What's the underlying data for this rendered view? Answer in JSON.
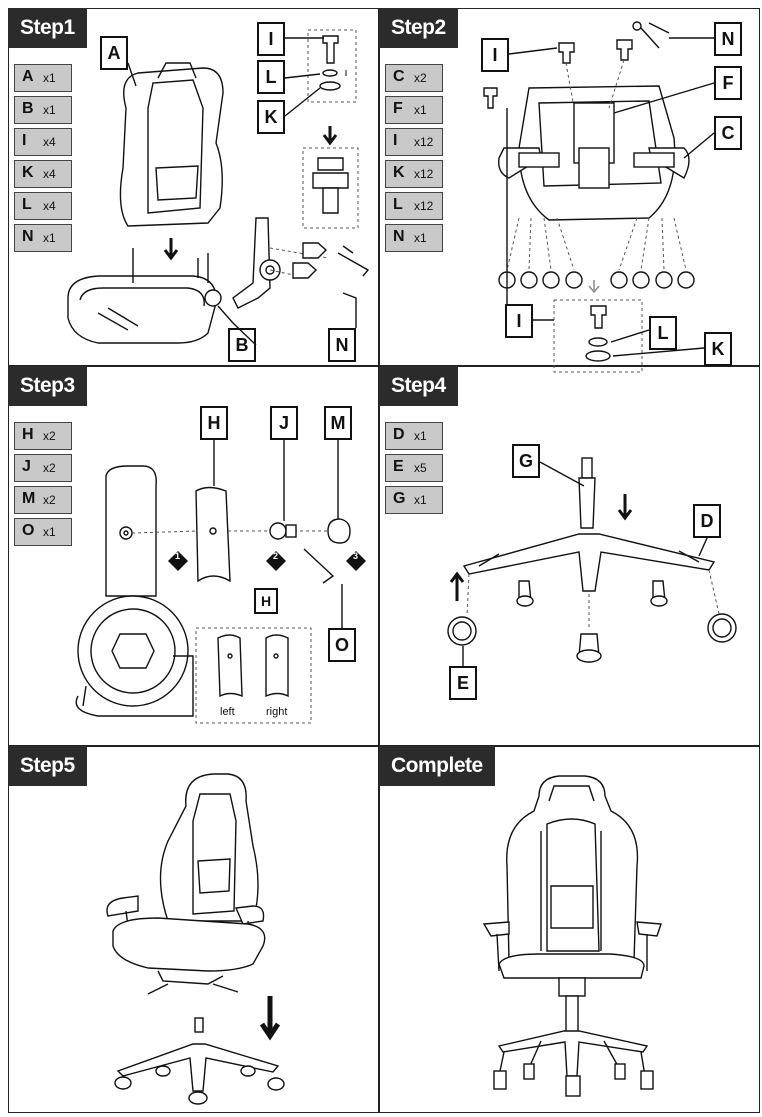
{
  "steps": [
    {
      "title": "Step1",
      "parts": [
        {
          "letter": "A",
          "qty": "x1"
        },
        {
          "letter": "B",
          "qty": "x1"
        },
        {
          "letter": "I",
          "qty": "x4"
        },
        {
          "letter": "K",
          "qty": "x4"
        },
        {
          "letter": "L",
          "qty": "x4"
        },
        {
          "letter": "N",
          "qty": "x1"
        }
      ],
      "tags": [
        "A",
        "I",
        "L",
        "K",
        "B",
        "N"
      ]
    },
    {
      "title": "Step2",
      "parts": [
        {
          "letter": "C",
          "qty": "x2"
        },
        {
          "letter": "F",
          "qty": "x1"
        },
        {
          "letter": "I",
          "qty": "x12"
        },
        {
          "letter": "K",
          "qty": "x12"
        },
        {
          "letter": "L",
          "qty": "x12"
        },
        {
          "letter": "N",
          "qty": "x1"
        }
      ],
      "tags": [
        "I",
        "N",
        "F",
        "C",
        "I",
        "L",
        "K"
      ]
    },
    {
      "title": "Step3",
      "parts": [
        {
          "letter": "H",
          "qty": "x2"
        },
        {
          "letter": "J",
          "qty": "x2"
        },
        {
          "letter": "M",
          "qty": "x2"
        },
        {
          "letter": "O",
          "qty": "x1"
        }
      ],
      "tags": [
        "H",
        "J",
        "M",
        "H",
        "O"
      ],
      "inset": {
        "left": "left",
        "right": "right"
      }
    },
    {
      "title": "Step4",
      "parts": [
        {
          "letter": "D",
          "qty": "x1"
        },
        {
          "letter": "E",
          "qty": "x5"
        },
        {
          "letter": "G",
          "qty": "x1"
        }
      ],
      "tags": [
        "G",
        "D",
        "E"
      ]
    },
    {
      "title": "Step5",
      "parts": [],
      "tags": []
    },
    {
      "title": "Complete",
      "parts": [],
      "tags": []
    }
  ],
  "badges": [
    "1",
    "2",
    "3"
  ]
}
